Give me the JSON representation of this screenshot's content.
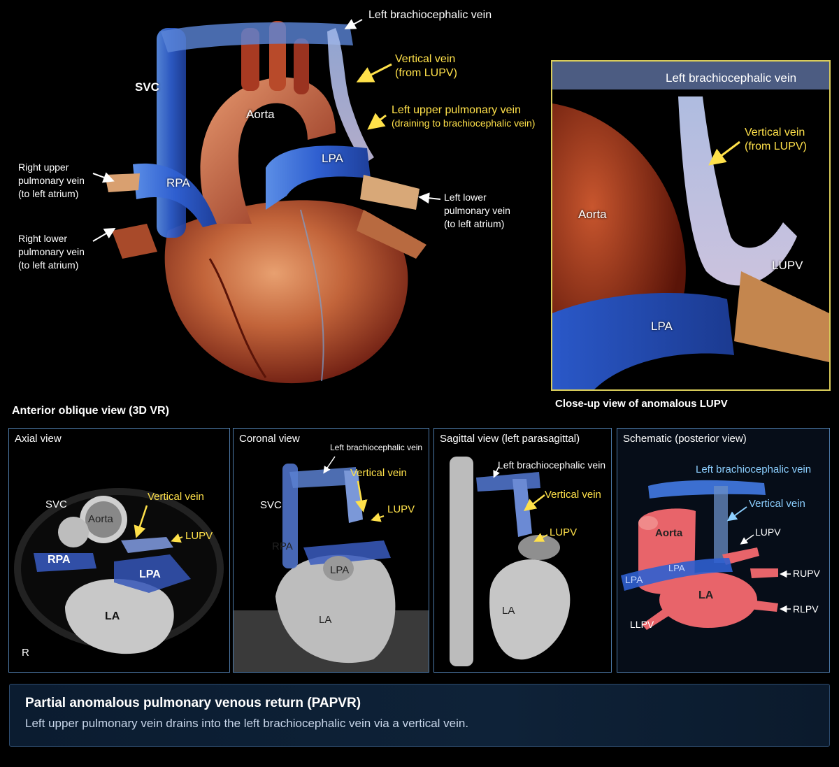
{
  "main_view": {
    "caption": "Anterior oblique view (3D VR)",
    "labels": {
      "left_brachiocephalic_vein": "Left brachiocephalic vein",
      "vertical_vein_l1": "Vertical vein",
      "vertical_vein_l2": "(from LUPV)",
      "lupv_l1": "Left upper pulmonary vein",
      "lupv_l2": "(draining to brachiocephalic vein)",
      "svc": "SVC",
      "aorta": "Aorta",
      "lpa": "LPA",
      "rpa": "RPA",
      "rupv_l1": "Right upper",
      "rupv_l2": "pulmonary vein",
      "rupv_l3": "(to left atrium)",
      "rlpv_l1": "Right lower",
      "rlpv_l2": "pulmonary vein",
      "rlpv_l3": "(to left atrium)",
      "llpv_l1": "Left lower",
      "llpv_l2": "pulmonary vein",
      "llpv_l3": "(to left atrium)"
    }
  },
  "closeup": {
    "caption": "Close-up view of anomalous LUPV",
    "labels": {
      "lbcv": "Left brachiocephalic vein",
      "vv_l1": "Vertical vein",
      "vv_l2": "(from LUPV)",
      "aorta": "Aorta",
      "lupv": "LUPV",
      "lpa": "LPA"
    }
  },
  "axial": {
    "title": "Axial view",
    "labels": {
      "svc": "SVC",
      "aorta": "Aorta",
      "vv": "Vertical vein",
      "lupv": "LUPV",
      "rpa": "RPA",
      "lpa": "LPA",
      "la": "LA",
      "r": "R"
    }
  },
  "coronal": {
    "title": "Coronal view",
    "labels": {
      "lbcv": "Left brachiocephalic vein",
      "vv": "Vertical vein",
      "svc": "SVC",
      "lupv": "LUPV",
      "rpa": "RPA",
      "lpa": "LPA",
      "la": "LA"
    }
  },
  "sagittal": {
    "title": "Sagittal view (left parasagittal)",
    "labels": {
      "lbcv": "Left brachiocephalic vein",
      "vv": "Vertical vein",
      "lupv": "LUPV",
      "la": "LA"
    }
  },
  "schematic": {
    "title": "Schematic (posterior view)",
    "labels": {
      "lbcv": "Left brachiocephalic vein",
      "vv": "Vertical vein",
      "aorta": "Aorta",
      "lupv": "LUPV",
      "lpa_left": "LPA",
      "lpa_center": "LPA",
      "la": "LA",
      "rupv": "RUPV",
      "rlpv": "RLPV",
      "llpv": "LLPV"
    }
  },
  "banner": {
    "title": "Partial anomalous pulmonary venous return (PAPVR)",
    "subtitle": "Left upper pulmonary vein drains into the left brachiocephalic vein via a vertical vein."
  },
  "colors": {
    "label_yellow": "#ffe14a",
    "vessel_blue": "#2f5fd0",
    "heart_red": "#a83a22",
    "schematic_red": "#e8646a",
    "border_blue": "#4d7aa8"
  }
}
